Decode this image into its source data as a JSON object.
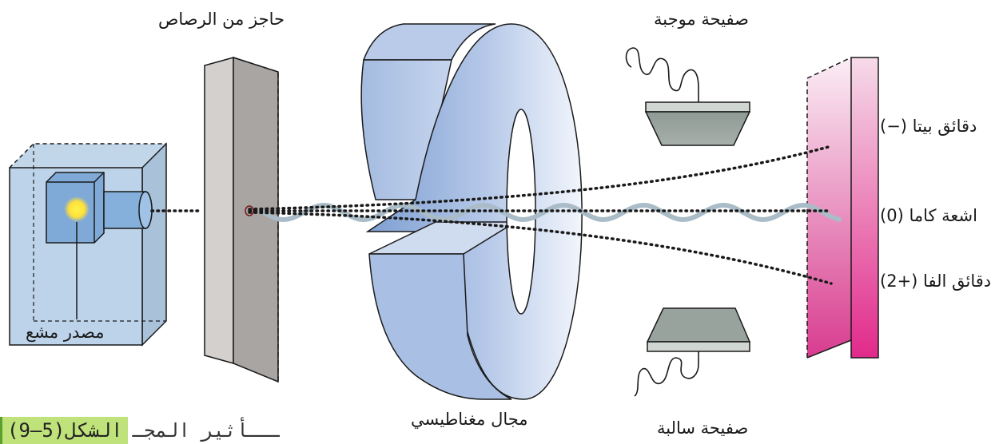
{
  "labels": {
    "lead_shield": "حاجز من الرصاص",
    "positive_plate": "صفيحة موجبة",
    "negative_plate": "صفيحة سالبة",
    "beta": "دقائق بيتا (−)",
    "gamma": "اشعة كاما (0)",
    "alpha": "دقائق الفا (+2)",
    "source": "مصدر مشع",
    "magnetic_field": "مجال مغناطيسي"
  },
  "caption": {
    "figure_tag": "الشكل(5–9)",
    "text": "تـــأثير المجـ"
  },
  "colors": {
    "magnet": "#9fb6dd",
    "shield": "#a9a5a3",
    "screen": "#e0589e",
    "source_box": "#bcd3ea",
    "glow": "#ffe13a",
    "gamma_wave": "#a9bcc7",
    "caption_highlight": "#bfe27a"
  }
}
